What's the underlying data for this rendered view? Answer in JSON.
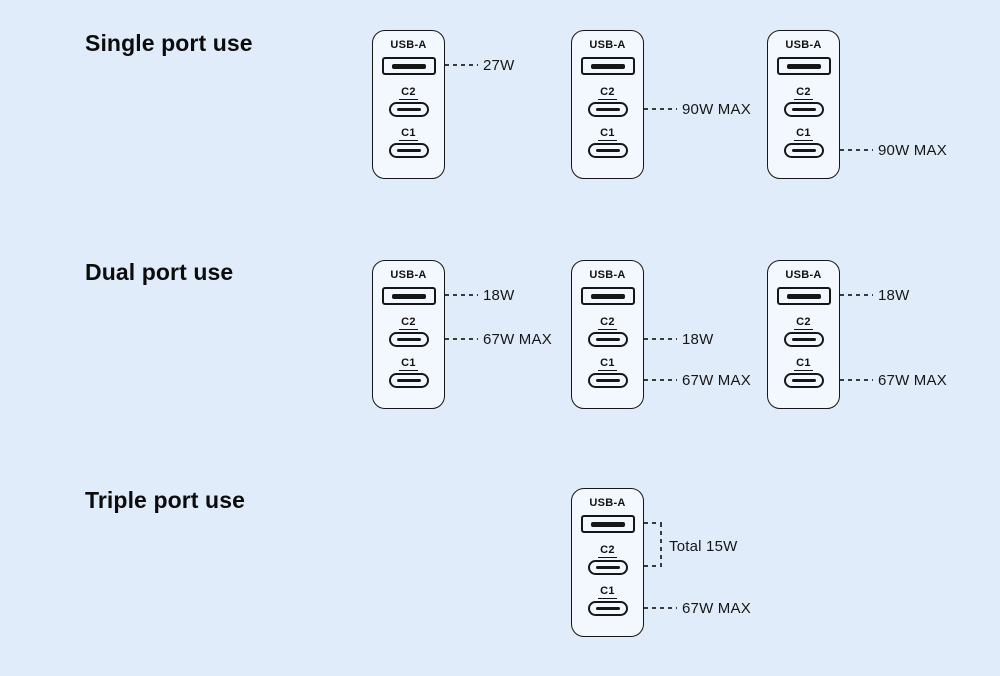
{
  "ports": {
    "usb_a": "USB-A",
    "c2": "C2",
    "c1": "C1"
  },
  "sections": [
    {
      "title": "Single port use",
      "chargers": [
        {
          "callouts": [
            {
              "port": "USB-A",
              "label": "27W"
            }
          ]
        },
        {
          "callouts": [
            {
              "port": "C2",
              "label": "90W MAX"
            }
          ]
        },
        {
          "callouts": [
            {
              "port": "C1",
              "label": "90W MAX"
            }
          ]
        }
      ]
    },
    {
      "title": "Dual port use",
      "chargers": [
        {
          "callouts": [
            {
              "port": "USB-A",
              "label": "18W"
            },
            {
              "port": "C2",
              "label": "67W MAX"
            }
          ]
        },
        {
          "callouts": [
            {
              "port": "C2",
              "label": "18W"
            },
            {
              "port": "C1",
              "label": "67W MAX"
            }
          ]
        },
        {
          "callouts": [
            {
              "port": "USB-A",
              "label": "18W"
            },
            {
              "port": "C1",
              "label": "67W MAX"
            }
          ]
        }
      ]
    },
    {
      "title": "Triple port use",
      "chargers": [
        {
          "callouts": [
            {
              "ports": "USB-A + C2",
              "label": "Total 15W",
              "bracket": true
            },
            {
              "port": "C1",
              "label": "67W MAX"
            }
          ]
        }
      ]
    }
  ],
  "colors": {
    "background": "#e1ecfa",
    "charger_fill": "#f3f8fe",
    "outline": "#161616",
    "text": "#111111",
    "dash": "#3a3a3a"
  }
}
